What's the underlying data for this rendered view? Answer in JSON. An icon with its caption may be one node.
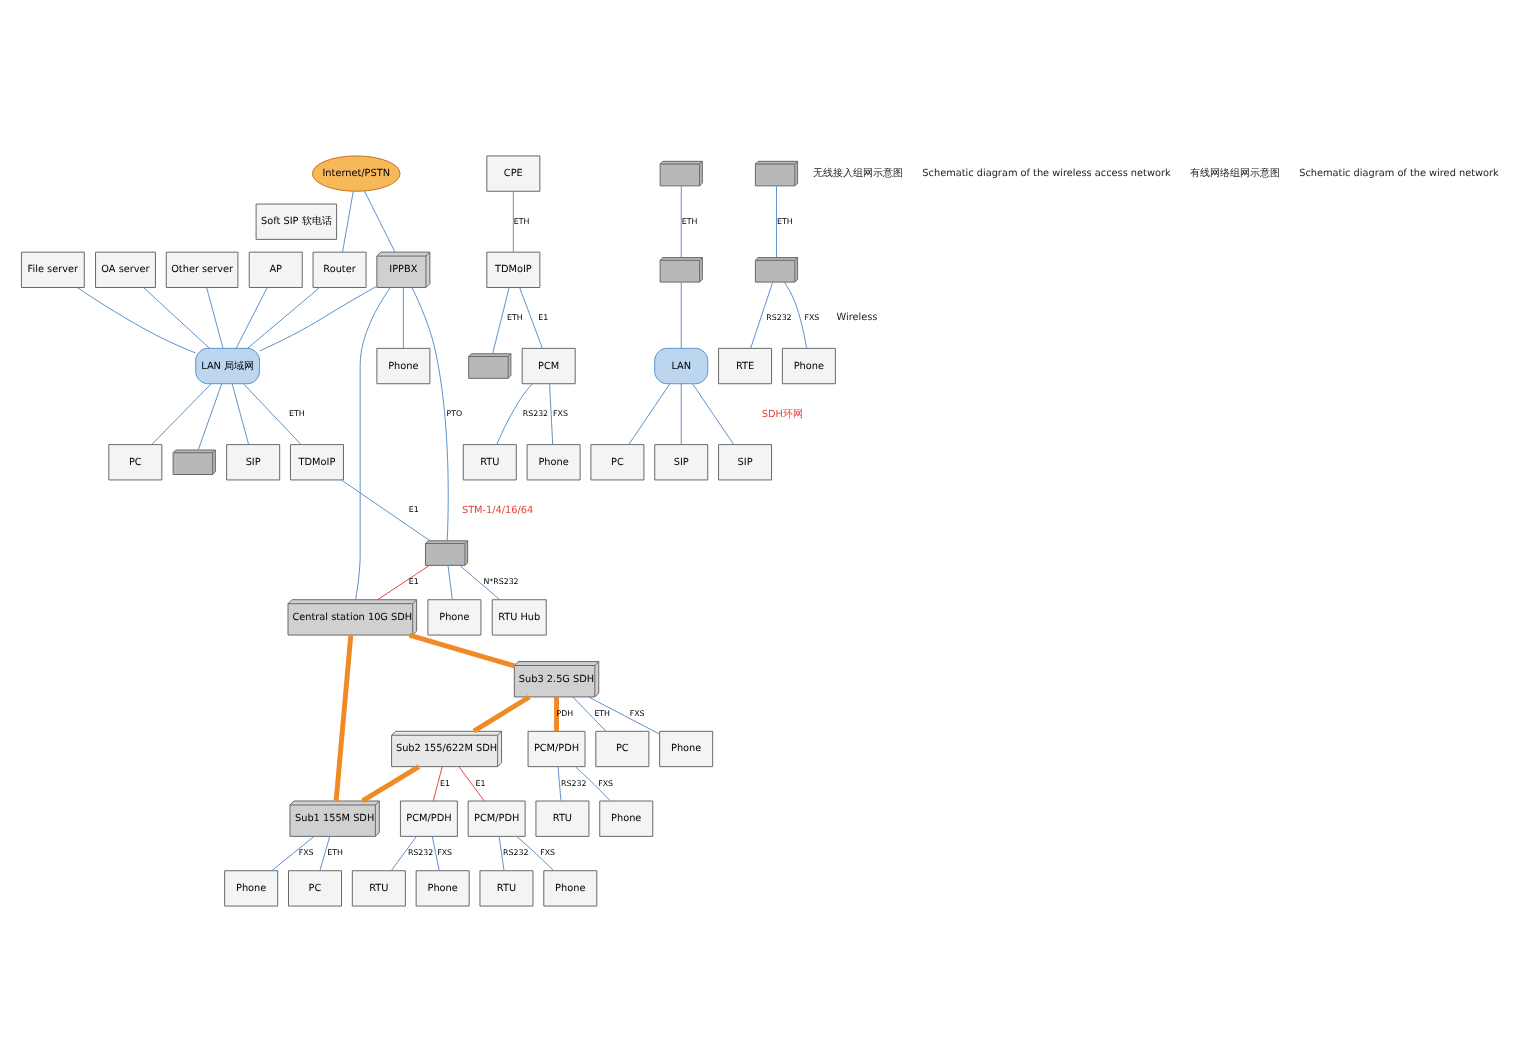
{
  "diagram": {
    "nodes": [
      {
        "text": [
          "Soft SIP 软电话"
        ]
      },
      {
        "text": [
          "AP"
        ]
      },
      {
        "text": [
          "CPE"
        ]
      },
      {
        "text": [],
        "shape": "picture"
      },
      {
        "text": [],
        "shape": "picture"
      },
      {
        "text": [
          "TDMoIP"
        ]
      },
      {
        "text": [],
        "shape": "picture"
      },
      {
        "text": [],
        "shape": "picture"
      },
      {
        "text": [
          "LAN"
        ]
      },
      {
        "text": [
          "PCM"
        ]
      },
      {
        "text": [],
        "shape": "picture"
      },
      {
        "text": [
          "RTU"
        ]
      },
      {
        "text": [
          "Phone"
        ]
      },
      {
        "text": [
          "PC"
        ]
      },
      {
        "text": [
          "SIP"
        ]
      },
      {
        "text": [
          "SIP"
        ]
      },
      {
        "text": [
          "RTE"
        ]
      },
      {
        "text": [
          "Phone"
        ]
      },
      {
        "text": [
          "Internet/PSTN"
        ]
      },
      {
        "text": [
          "Router"
        ]
      },
      {
        "text": [
          "File server"
        ]
      },
      {
        "text": [
          "OA server"
        ]
      },
      {
        "text": [
          "Other server"
        ]
      },
      {
        "text": [
          "IPPBX"
        ]
      },
      {
        "text": [
          "Phone"
        ]
      },
      {
        "text": [],
        "shape": "picture"
      },
      {
        "text": [
          "RTU Hub"
        ]
      },
      {
        "text": [
          "Phone"
        ]
      },
      {
        "text": [
          "LAN 局域网"
        ]
      },
      {
        "text": [
          "TDMoIP"
        ]
      },
      {
        "text": [
          "PC"
        ]
      },
      {
        "text": [],
        "shape": "picture"
      },
      {
        "text": [
          "SIP"
        ]
      },
      {
        "text": [
          "Central station 10G SDH"
        ]
      },
      {
        "text": [
          "Sub1 155M SDH"
        ]
      },
      {
        "text": [
          "Sub3 2.5G SDH"
        ]
      },
      {
        "text": [
          "Sub2 155/622M SDH"
        ]
      },
      {
        "text": [
          "PCM/PDH"
        ]
      },
      {
        "text": [
          "PCM/PDH"
        ]
      },
      {
        "text": [
          "PCM/PDH"
        ]
      },
      {
        "text": [
          "Phone"
        ]
      },
      {
        "text": [
          "PC"
        ]
      },
      {
        "text": [
          "PC"
        ]
      },
      {
        "text": [
          "Phone"
        ]
      },
      {
        "text": [
          "Phone"
        ]
      },
      {
        "text": [
          "RTU"
        ]
      },
      {
        "text": [
          "RTU"
        ]
      },
      {
        "text": [
          "Phone"
        ]
      },
      {
        "text": [
          "RTU"
        ]
      },
      {
        "text": [
          "Phone"
        ]
      }
    ],
    "edges": [
      {
        "from": 1,
        "to": 28,
        "arrow": "none"
      },
      {
        "from": 2,
        "to": 5,
        "arrow": "none",
        "label": "ETH"
      },
      {
        "from": 5,
        "to": 9,
        "arrow": "none",
        "label": "E1"
      },
      {
        "from": 5,
        "to": 6,
        "arrow": "none",
        "label": "ETH"
      },
      {
        "from": 9,
        "to": 11,
        "arrow": "none",
        "label": "RS232"
      },
      {
        "from": 9,
        "to": 12,
        "arrow": "none",
        "label": "FXS"
      },
      {
        "from": 3,
        "to": 7,
        "arrow": "none",
        "label": "ETH"
      },
      {
        "from": 7,
        "to": 8,
        "arrow": "none"
      },
      {
        "from": 8,
        "to": 13,
        "arrow": "none"
      },
      {
        "from": 8,
        "to": 14,
        "arrow": "none"
      },
      {
        "from": 8,
        "to": 15,
        "arrow": "none"
      },
      {
        "from": 4,
        "to": 10,
        "arrow": "none",
        "label": "ETH"
      },
      {
        "from": 10,
        "to": 16,
        "arrow": "none",
        "label": "RS232"
      },
      {
        "from": 10,
        "to": 17,
        "arrow": "none",
        "label": "FXS"
      },
      {
        "from": 18,
        "to": 19,
        "arrow": "none"
      },
      {
        "from": 18,
        "to": 23,
        "arrow": "none"
      },
      {
        "from": 19,
        "to": 28,
        "arrow": "none"
      },
      {
        "from": 20,
        "to": 28,
        "arrow": "none"
      },
      {
        "from": 21,
        "to": 28,
        "arrow": "none"
      },
      {
        "from": 22,
        "to": 28,
        "arrow": "none"
      },
      {
        "from": 28,
        "to": 30,
        "arrow": "none"
      },
      {
        "from": 28,
        "to": 31,
        "arrow": "none"
      },
      {
        "from": 28,
        "to": 32,
        "arrow": "none"
      },
      {
        "from": 23,
        "to": 28,
        "arrow": "none"
      },
      {
        "from": 23,
        "to": 33,
        "arrow": "none"
      },
      {
        "from": 28,
        "to": 29,
        "arrow": "none",
        "label": "ETH"
      },
      {
        "from": 29,
        "to": 25,
        "arrow": "none",
        "label": "E1"
      },
      {
        "from": 25,
        "to": 33,
        "arrow": "none",
        "label": "E1",
        "color": "#e8413c"
      },
      {
        "from": 23,
        "to": 24,
        "arrow": "none"
      },
      {
        "from": 23,
        "to": 25,
        "arrow": "none",
        "label": "PTO"
      },
      {
        "from": 25,
        "to": 26,
        "arrow": "none",
        "label": "N*RS232"
      },
      {
        "from": 25,
        "to": 27,
        "arrow": "none"
      },
      {
        "from": 33,
        "to": 35,
        "arrow": "none",
        "style": "thick",
        "color": "#f08a24"
      },
      {
        "from": 35,
        "to": 36,
        "arrow": "none",
        "style": "thick",
        "color": "#f08a24"
      },
      {
        "from": 36,
        "to": 34,
        "arrow": "none",
        "style": "thick",
        "color": "#f08a24"
      },
      {
        "from": 34,
        "to": 33,
        "arrow": "none",
        "style": "thick",
        "color": "#f08a24"
      },
      {
        "from": 34,
        "to": 40,
        "arrow": "none",
        "label": "FXS"
      },
      {
        "from": 34,
        "to": 41,
        "arrow": "none",
        "label": "ETH"
      },
      {
        "from": 35,
        "to": 42,
        "arrow": "none",
        "label": "ETH"
      },
      {
        "from": 35,
        "to": 43,
        "arrow": "none",
        "label": "FXS"
      },
      {
        "from": 35,
        "to": 37,
        "arrow": "none",
        "label": "PDH",
        "style": "thick",
        "color": "#f08a24"
      },
      {
        "from": 37,
        "to": 44,
        "arrow": "none",
        "label": "FXS"
      },
      {
        "from": 37,
        "to": 45,
        "arrow": "none",
        "label": "RS232"
      },
      {
        "from": 36,
        "to": 38,
        "arrow": "none",
        "label": "E1",
        "color": "#e8413c"
      },
      {
        "from": 36,
        "to": 39,
        "arrow": "none",
        "label": "E1",
        "color": "#e8413c"
      },
      {
        "from": 38,
        "to": 46,
        "arrow": "none",
        "label": "RS232"
      },
      {
        "from": 38,
        "to": 47,
        "arrow": "none",
        "label": "FXS"
      },
      {
        "from": 39,
        "to": 48,
        "arrow": "none",
        "label": "RS232"
      },
      {
        "from": 39,
        "to": 49,
        "arrow": "none",
        "label": "FXS"
      }
    ],
    "labels": [
      "无线接入组网示意图",
      "Schematic diagram of the wireless access network",
      "有线网络组网示意图",
      "Schematic diagram of the wired network",
      "Wireless",
      "SDH环网",
      "STM-1/4/16/64"
    ]
  }
}
